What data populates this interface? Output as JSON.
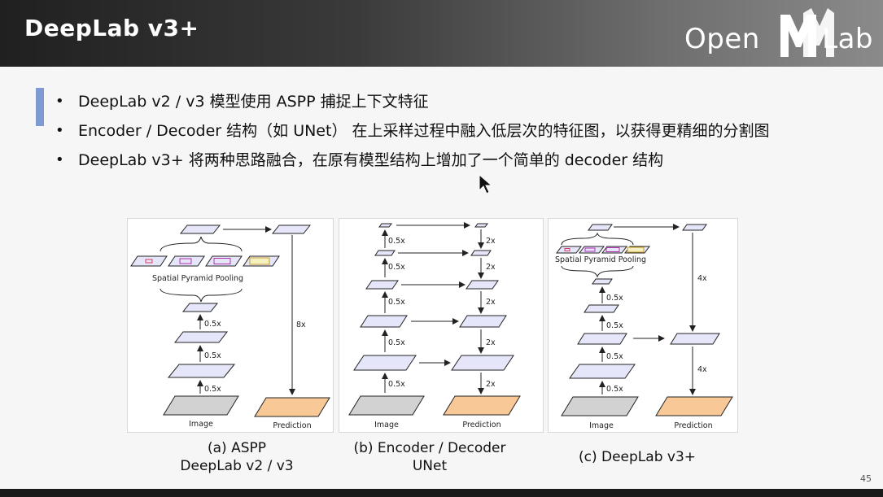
{
  "header": {
    "title": "DeepLab v3+"
  },
  "logo": {
    "left_text": "Open",
    "right_text": "Lab",
    "mark_icon": "mm-icon",
    "color": "#ffffff"
  },
  "bullets": [
    "DeepLab v2 / v3 模型使用 ASPP 捕捉上下文特征",
    "Encoder / Decoder 结构（如 UNet） 在上采样过程中融入低层次的特征图，以获得更精细的分割图",
    "DeepLab v3+ 将两种思路融合，在原有模型结构上增加了一个简单的 decoder 结构"
  ],
  "diagrams": {
    "a": {
      "spp_label": "Spatial Pyramid Pooling",
      "scale_labels": [
        "0.5x",
        "0.5x",
        "0.5x"
      ],
      "upsample_label": "8x",
      "image_label": "Image",
      "prediction_label": "Prediction",
      "caption_line1": "(a) ASPP",
      "caption_line2": "DeepLab v2 / v3"
    },
    "b": {
      "encoder_labels": [
        "0.5x",
        "0.5x",
        "0.5x",
        "0.5x",
        "0.5x"
      ],
      "decoder_labels": [
        "2x",
        "2x",
        "2x",
        "2x",
        "2x"
      ],
      "image_label": "Image",
      "prediction_label": "Prediction",
      "caption_line1": "(b) Encoder / Decoder",
      "caption_line2": "UNet"
    },
    "c": {
      "spp_label": "Spatial Pyramid Pooling",
      "scale_labels": [
        "0.5x",
        "0.5x",
        "0.5x",
        "0.5x"
      ],
      "upsample_labels": [
        "4x",
        "4x"
      ],
      "image_label": "Image",
      "prediction_label": "Prediction",
      "caption_line1": "(c) DeepLab v3+"
    }
  },
  "colors": {
    "feature_fill": "#e6e6fb",
    "image_fill": "#d2d2d2",
    "prediction_fill": "#f8c896",
    "accent": "#7f9ad3"
  },
  "footer": {
    "page_number": "45"
  }
}
